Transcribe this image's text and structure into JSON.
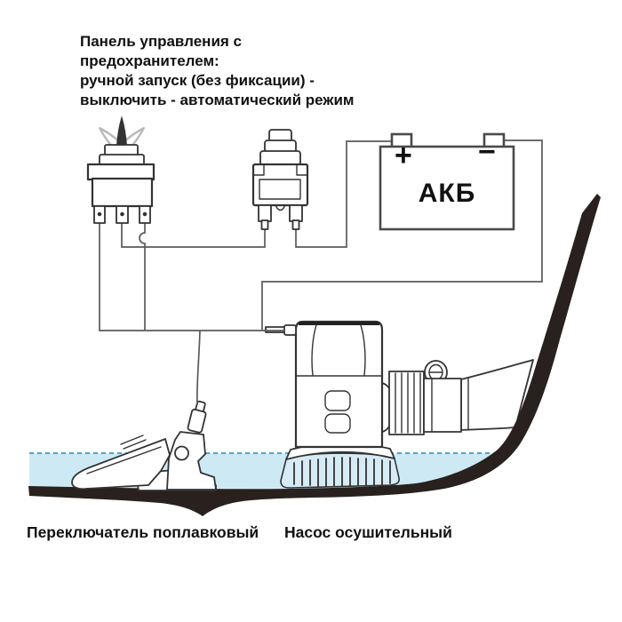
{
  "diagram": {
    "title_lines": [
      "Панель управления с",
      "предохранителем:",
      "ручной запуск (без фиксации) -",
      "выключить - автоматический режим"
    ],
    "battery": {
      "label": "АКБ",
      "plus": "+",
      "minus": "−"
    },
    "float_switch_label": "Переключатель поплавковый",
    "pump_label": "Насос осушительный"
  },
  "colors": {
    "outline": "#333333",
    "wire": "#5a5a5a",
    "water_fill": "#cde9f4",
    "waterline": "#4aa6ca",
    "hull": "#28211d",
    "ghost": "#b9b9b9",
    "strainer_fill": "#d6ebf6",
    "text": "#111111"
  }
}
